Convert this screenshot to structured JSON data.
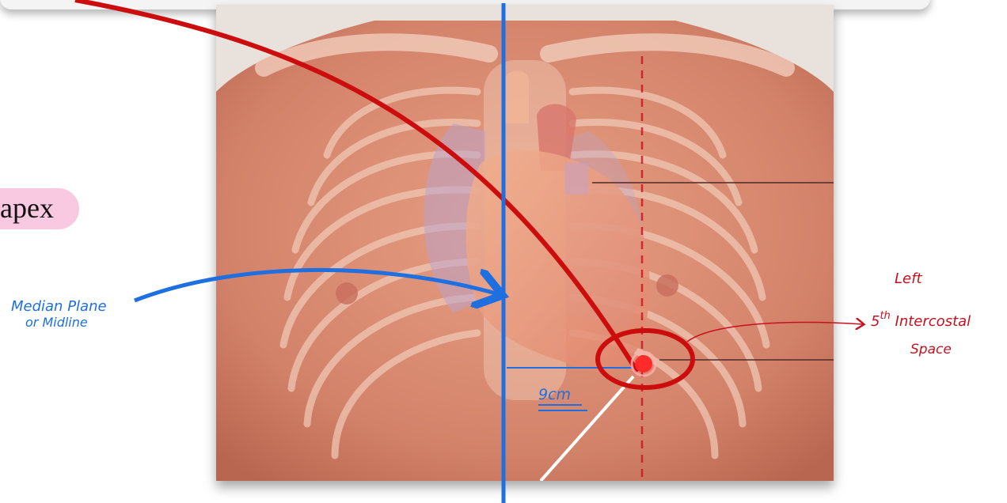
{
  "badge": {
    "text": "apex"
  },
  "annotations": {
    "median_plane_line1": "Median Plane",
    "median_plane_line2": "or Midline",
    "distance": "9cm",
    "left": "Left",
    "intercostal_num": "5",
    "intercostal_sup": "th",
    "intercostal_text": "Intercostal",
    "space": "Space"
  },
  "colors": {
    "blue_annotation": "#1e6fe0",
    "red_annotation": "#c8101f",
    "skin": "#d98a6e",
    "apex_badge": "#f9c9e2"
  }
}
